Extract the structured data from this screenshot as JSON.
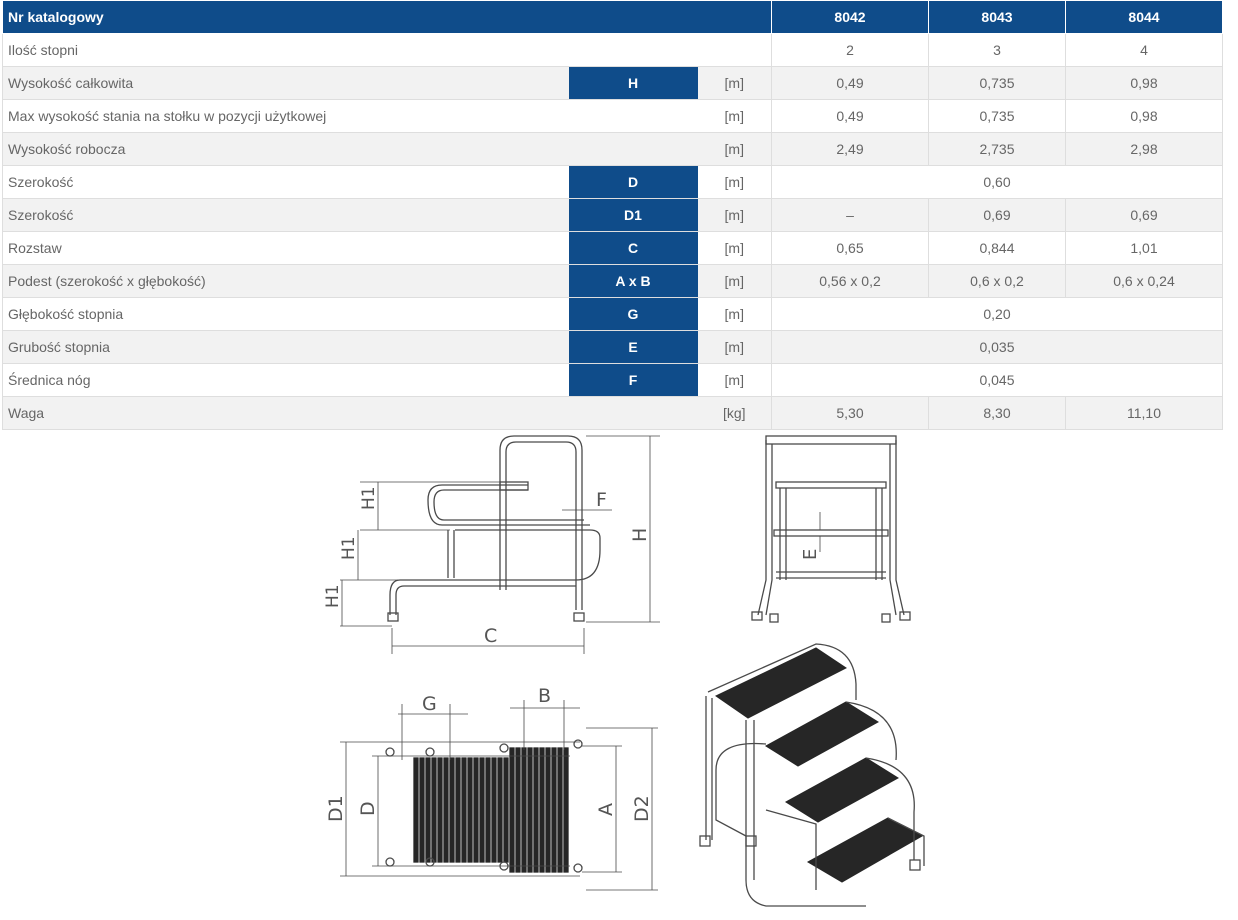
{
  "table": {
    "header": {
      "label": "Nr katalogowy",
      "models": [
        "8042",
        "8043",
        "8044"
      ]
    },
    "rows": [
      {
        "name": "Ilość stopni",
        "symbol": "",
        "unit": "",
        "values": [
          "2",
          "3",
          "4"
        ],
        "merged": false
      },
      {
        "name": "Wysokość całkowita",
        "symbol": "H",
        "unit": "[m]",
        "values": [
          "0,49",
          "0,735",
          "0,98"
        ],
        "merged": false
      },
      {
        "name": "Max wysokość stania na stołku w pozycji użytkowej",
        "symbol": "",
        "unit": "[m]",
        "values": [
          "0,49",
          "0,735",
          "0,98"
        ],
        "merged": false
      },
      {
        "name": "Wysokość robocza",
        "symbol": "",
        "unit": "[m]",
        "values": [
          "2,49",
          "2,735",
          "2,98"
        ],
        "merged": false
      },
      {
        "name": "Szerokość",
        "symbol": "D",
        "unit": "[m]",
        "value": "0,60",
        "merged": true
      },
      {
        "name": "Szerokość",
        "symbol": "D1",
        "unit": "[m]",
        "values": [
          "–",
          "0,69",
          "0,69"
        ],
        "merged": false
      },
      {
        "name": "Rozstaw",
        "symbol": "C",
        "unit": "[m]",
        "values": [
          "0,65",
          "0,844",
          "1,01"
        ],
        "merged": false
      },
      {
        "name": "Podest (szerokość x głębokość)",
        "symbol": "A x B",
        "unit": "[m]",
        "values": [
          "0,56 x 0,2",
          "0,6 x 0,2",
          "0,6 x 0,24"
        ],
        "merged": false
      },
      {
        "name": "Głębokość stopnia",
        "symbol": "G",
        "unit": "[m]",
        "value": "0,20",
        "merged": true
      },
      {
        "name": "Grubość stopnia",
        "symbol": "E",
        "unit": "[m]",
        "value": "0,035",
        "merged": true
      },
      {
        "name": "Średnica nóg",
        "symbol": "F",
        "unit": "[m]",
        "value": "0,045",
        "merged": true
      },
      {
        "name": "Waga",
        "symbol": "",
        "unit": "[kg]",
        "values": [
          "5,30",
          "8,30",
          "11,10"
        ],
        "merged": false
      }
    ]
  },
  "drawing": {
    "side_labels": {
      "h1_top": "H1",
      "h1_mid": "H1",
      "h1_bot": "H1",
      "f": "F",
      "h": "H",
      "c": "C"
    },
    "front_labels": {
      "e": "E"
    },
    "top_labels": {
      "g": "G",
      "b": "B",
      "d1": "D1",
      "d": "D",
      "a": "A",
      "d2": "D2"
    }
  }
}
